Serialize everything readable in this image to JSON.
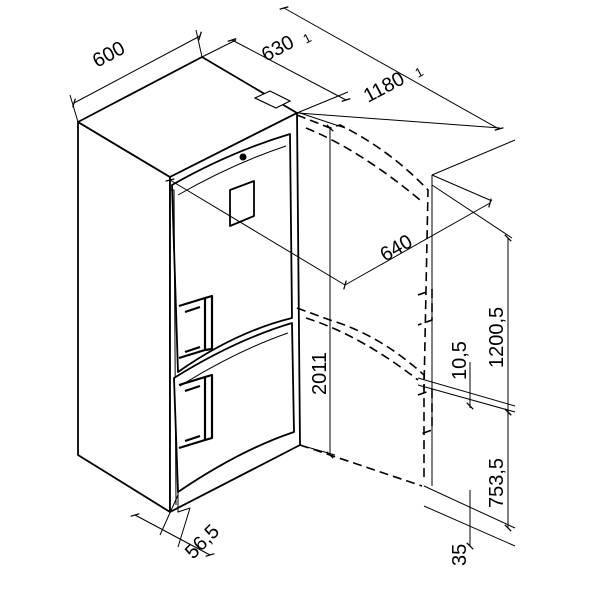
{
  "dimensions": {
    "width": "600",
    "depth": "630",
    "depth_sup": "1",
    "depth_open": "1180",
    "depth_open_sup": "1",
    "door_swing": "640",
    "height": "2011",
    "upper_door": "1200,5",
    "gap": "10,5",
    "lower_door": "753,5",
    "base": "35",
    "door_offset": "56,5"
  }
}
